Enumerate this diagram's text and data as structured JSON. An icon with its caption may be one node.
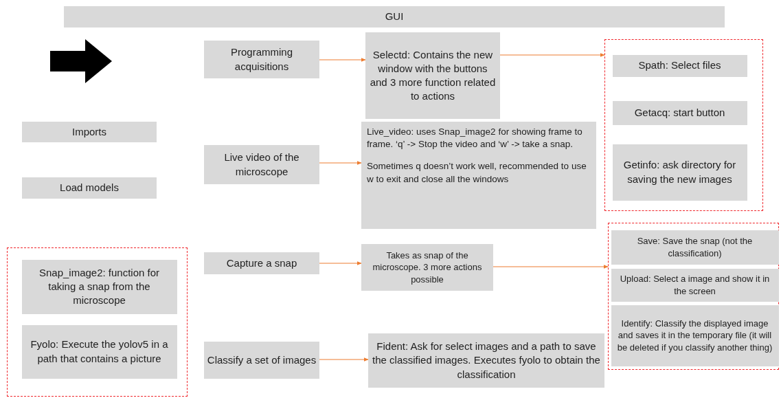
{
  "diagram": {
    "nodes": [
      {
        "text": [
          "GUI"
        ]
      },
      {
        "text": [
          "Programming acquisitions"
        ]
      },
      {
        "text": [
          "Selectd: Contains the new window with the buttons and 3 more function related to actions"
        ]
      },
      {
        "text": [],
        "shape": "box"
      },
      {
        "text": [
          "Spath: Select files"
        ],
        "in": 3
      },
      {
        "text": [
          "Getacq: start button"
        ],
        "in": 3
      },
      {
        "text": [
          "Getinfo: ask directory for saving the new images"
        ],
        "in": 3
      },
      {
        "text": [
          "Imports"
        ]
      },
      {
        "text": [
          "Load models"
        ]
      },
      {
        "text": [
          "Live video of the microscope"
        ]
      },
      {
        "text": [
          "Live_video: uses Snap_image2 for showing frame to frame. ‘q’ -> Stop the video and ‘w’ -> take a snap.",
          "Sometimes q doesn’t work well, recommended to use w to exit and close all the windows"
        ]
      },
      {
        "text": [
          "Capture a snap"
        ]
      },
      {
        "text": [
          "Takes as snap of the microscope. 3 more actions possible"
        ]
      },
      {
        "text": [],
        "shape": "box"
      },
      {
        "text": [
          "Save: Save the snap (not the classification)"
        ],
        "in": 13
      },
      {
        "text": [
          "Upload: Select a image and show it in the screen"
        ],
        "in": 13
      },
      {
        "text": [
          "Identify: Classify the displayed image and saves it in the temporary file (it will be deleted if you classify another thing)"
        ],
        "in": 13
      },
      {
        "text": [],
        "shape": "box"
      },
      {
        "text": [
          "Snap_image2: function for taking a snap from the microscope"
        ],
        "in": 17
      },
      {
        "text": [
          "Fyolo: Execute the yolov5 in a path that contains a picture"
        ],
        "in": 17
      },
      {
        "text": [
          "Classify a set of images"
        ]
      },
      {
        "text": [
          "Fident: Ask for select images and a path to save the classified images. Executes fyolo to obtain the classification"
        ]
      }
    ],
    "edges": [
      {
        "from": 1,
        "to": 2,
        "arrow": "to"
      },
      {
        "from": 2,
        "to": 3,
        "arrow": "to"
      },
      {
        "from": 9,
        "to": 10,
        "arrow": "to"
      },
      {
        "from": 11,
        "to": 12,
        "arrow": "to"
      },
      {
        "from": 12,
        "to": 13,
        "arrow": "to"
      },
      {
        "from": 20,
        "to": 21,
        "arrow": "to"
      }
    ]
  }
}
